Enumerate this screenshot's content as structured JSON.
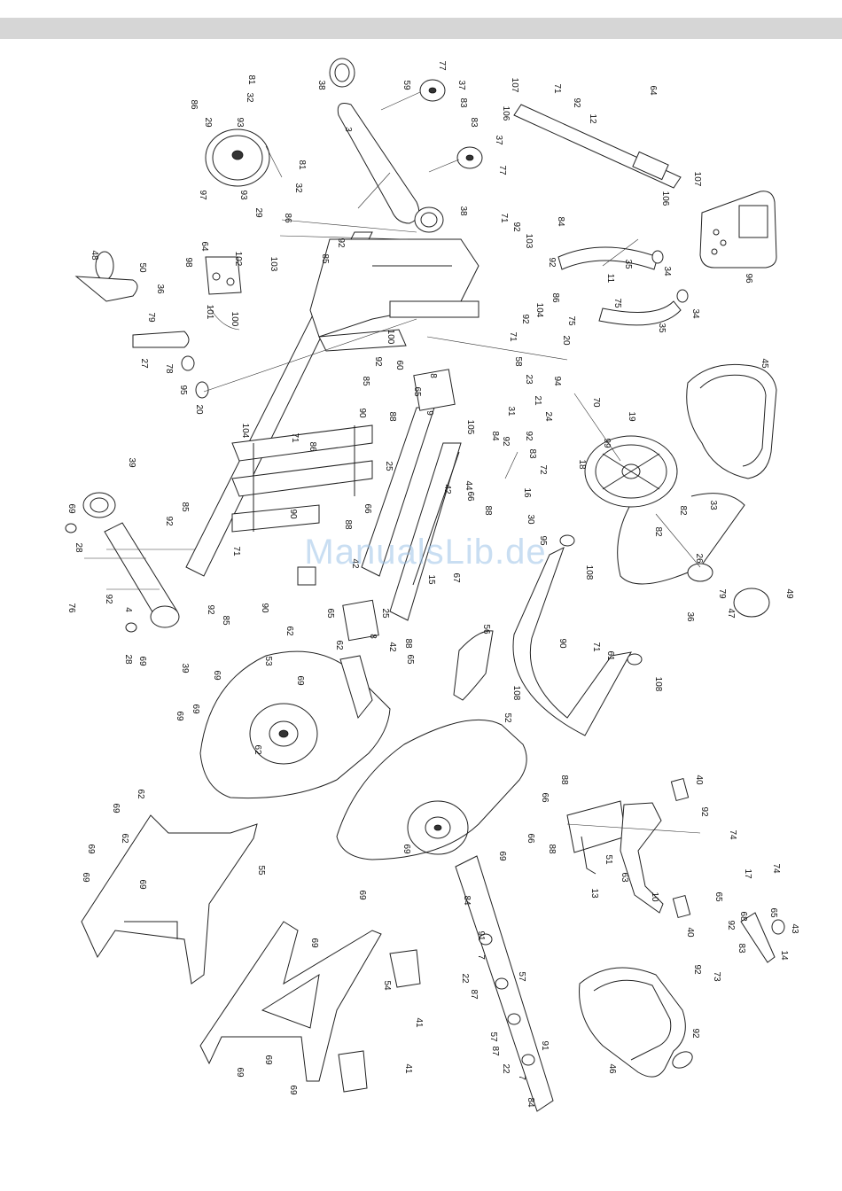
{
  "watermark": "ManualsLib.de",
  "part_numbers": [
    "81",
    "32",
    "86",
    "29",
    "93",
    "97",
    "93",
    "81",
    "32",
    "29",
    "86",
    "38",
    "3",
    "77",
    "59",
    "37",
    "83",
    "83",
    "37",
    "77",
    "38",
    "107",
    "106",
    "71",
    "92",
    "12",
    "64",
    "107",
    "106",
    "96",
    "48",
    "50",
    "98",
    "64",
    "102",
    "103",
    "101",
    "100",
    "36",
    "79",
    "27",
    "78",
    "95",
    "20",
    "92",
    "85",
    "71",
    "92",
    "103",
    "84",
    "92",
    "35",
    "11",
    "34",
    "75",
    "35",
    "34",
    "86",
    "92",
    "104",
    "75",
    "71",
    "100",
    "60",
    "92",
    "85",
    "20",
    "94",
    "58",
    "23",
    "21",
    "24",
    "31",
    "92",
    "83",
    "72",
    "84",
    "92",
    "70",
    "19",
    "104",
    "90",
    "71",
    "86",
    "65",
    "88",
    "9",
    "8",
    "105",
    "25",
    "44",
    "42",
    "66",
    "88",
    "16",
    "30",
    "95",
    "45",
    "99",
    "18",
    "33",
    "82",
    "82",
    "26",
    "49",
    "47",
    "79",
    "36",
    "39",
    "69",
    "28",
    "85",
    "92",
    "76",
    "92",
    "4",
    "28",
    "69",
    "39",
    "92",
    "85",
    "90",
    "71",
    "90",
    "66",
    "88",
    "42",
    "65",
    "8",
    "25",
    "15",
    "67",
    "42",
    "88",
    "65",
    "108",
    "56",
    "90",
    "71",
    "61",
    "108",
    "108",
    "62",
    "62",
    "53",
    "69",
    "69",
    "69",
    "69",
    "62",
    "52",
    "69",
    "69",
    "69",
    "88",
    "66",
    "66",
    "88",
    "40",
    "92",
    "74",
    "51",
    "63",
    "13",
    "10",
    "40",
    "17",
    "74",
    "65",
    "65",
    "68",
    "92",
    "83",
    "43",
    "14",
    "62",
    "69",
    "62",
    "69",
    "69",
    "69",
    "55",
    "69",
    "54",
    "69",
    "69",
    "69",
    "41",
    "41",
    "84",
    "91",
    "7",
    "22",
    "87",
    "57",
    "57",
    "87",
    "22",
    "91",
    "7",
    "84",
    "73",
    "92",
    "92",
    "46"
  ]
}
